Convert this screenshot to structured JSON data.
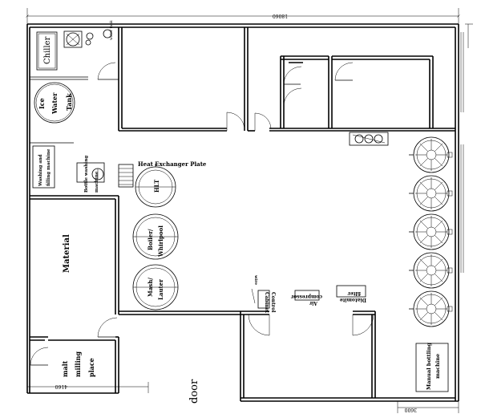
{
  "labels": {
    "dim_top": "18060",
    "dim_bottom_left": "4160",
    "dim_bottom_right": "3600",
    "chiller": "Chiller",
    "water_tank_label": "water tank",
    "ice_water_tank": [
      "Ice",
      "Water",
      "Tank"
    ],
    "washing_filling": [
      "Washing and",
      "filling machine"
    ],
    "bottle_washing": [
      "Bottle washing",
      "machine"
    ],
    "heat_exchanger": "Heat Exchanger Plate",
    "hlt": "HLT",
    "boiler_whirlpool": [
      "Boiler/",
      "Whirlpool"
    ],
    "mash_lauter": [
      "Mash/",
      "Lauter"
    ],
    "material": "Material",
    "malt_milling": [
      "malt",
      "milling",
      "place"
    ],
    "door": "door",
    "control_cabinet": [
      "Control",
      "Cabinet"
    ],
    "wire": "wire",
    "air_compressor": [
      "Air",
      "compressor"
    ],
    "diatomite_filter": [
      "Diatomite",
      "filter"
    ],
    "manual_bottling": [
      "Manual bottling",
      "machine"
    ]
  },
  "fermenter_count": 5
}
